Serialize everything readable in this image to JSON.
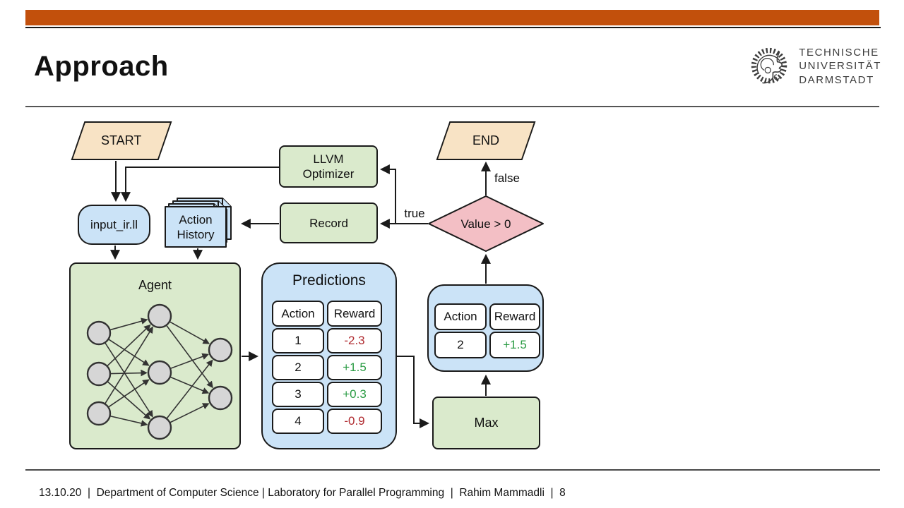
{
  "header": {
    "title": "Approach",
    "logo": {
      "line1": "TECHNISCHE",
      "line2": "UNIVERSITÄT",
      "line3": "DARMSTADT"
    }
  },
  "footer": {
    "text": "13.10.20  |  Department of Computer Science | Laboratory for Parallel Programming  |  Rahim Mammadli  |  8"
  },
  "flowchart": {
    "start_label": "START",
    "end_label": "END",
    "input_file_label": "input_ir.ll",
    "action_history": {
      "line1": "Action",
      "line2": "History"
    },
    "llvm": {
      "line1": "LLVM",
      "line2": "Optimizer"
    },
    "record_label": "Record",
    "agent_label": "Agent",
    "max_label": "Max",
    "decision_label": "Value > 0",
    "branch_true": "true",
    "branch_false": "false",
    "predictions": {
      "title": "Predictions",
      "headers": {
        "action": "Action",
        "reward": "Reward"
      },
      "rows": [
        {
          "action": "1",
          "reward": "-2.3"
        },
        {
          "action": "2",
          "reward": "+1.5"
        },
        {
          "action": "3",
          "reward": "+0.3"
        },
        {
          "action": "4",
          "reward": "-0.9"
        }
      ]
    },
    "selection": {
      "headers": {
        "action": "Action",
        "reward": "Reward"
      },
      "row": {
        "action": "2",
        "reward": "+1.5"
      }
    }
  },
  "colors": {
    "accent_orange": "#C2500C",
    "box_green": "#DAEACC",
    "box_blue": "#CBE3F7",
    "terminal_tan": "#F8E3C5",
    "decision_pink": "#F3BFC5",
    "reward_positive": "#2B9C44",
    "reward_negative": "#B02B30"
  }
}
